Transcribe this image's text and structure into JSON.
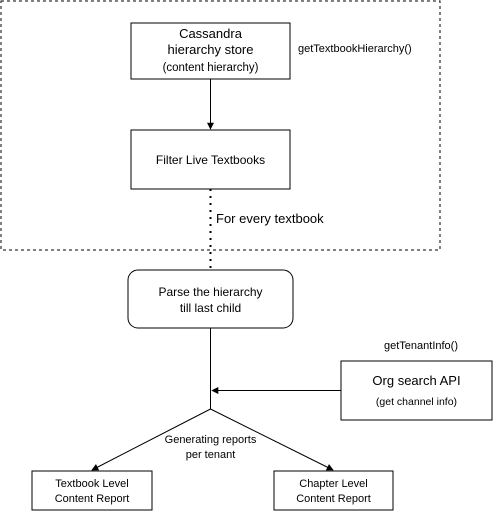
{
  "nodes": {
    "cassandra_store": {
      "line1": "Cassandra",
      "line2": "hierarchy store",
      "line3": "(content hierarchy)"
    },
    "filter_live": {
      "label": "Filter Live Textbooks"
    },
    "parse_hierarchy": {
      "line1": "Parse the hierarchy",
      "line2": "till last child"
    },
    "org_search": {
      "line1": "Org search API",
      "line2": "(get channel info)"
    },
    "textbook_report": {
      "line1": "Textbook Level",
      "line2": "Content Report"
    },
    "chapter_report": {
      "line1": "Chapter Level",
      "line2": "Content Report"
    }
  },
  "annotations": {
    "get_textbook_hierarchy": "getTextbookHierarchy()",
    "for_every_textbook": "For every textbook",
    "get_tenant_info": "getTenantInfo()",
    "generating_reports_line1": "Generating reports",
    "generating_reports_line2": "per tenant"
  }
}
